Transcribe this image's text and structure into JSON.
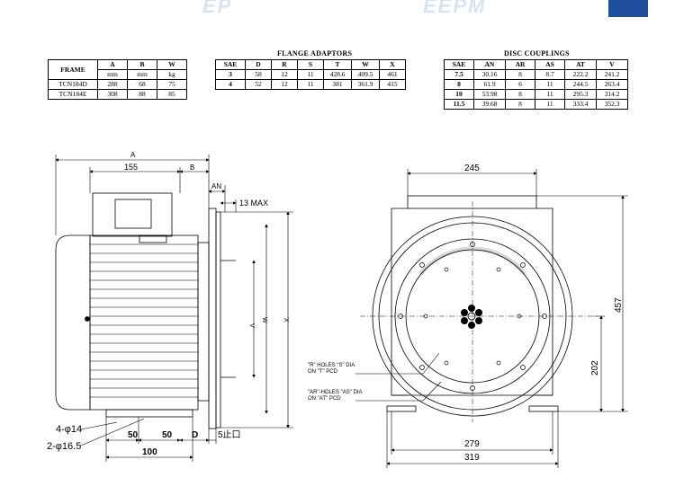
{
  "watermark": {
    "brand_left": "EP",
    "brand_right": "EEPM"
  },
  "frame_table": {
    "headers": [
      "FRAME",
      "A",
      "B",
      "W"
    ],
    "units": [
      "mm",
      "mm",
      "kg"
    ],
    "rows": [
      [
        "TCN184D",
        "288",
        "68",
        "75"
      ],
      [
        "TCN184E",
        "308",
        "88",
        "85"
      ]
    ]
  },
  "flange_table": {
    "title": "FLANGE ADAPTORS",
    "headers": [
      "SAE",
      "D",
      "R",
      "S",
      "T",
      "W",
      "X"
    ],
    "rows": [
      [
        "3",
        "58",
        "12",
        "11",
        "428.6",
        "409.5",
        "461"
      ],
      [
        "4",
        "52",
        "12",
        "11",
        "381",
        "361.9",
        "415"
      ]
    ]
  },
  "disc_table": {
    "title": "DISC COUPLINGS",
    "headers": [
      "SAE",
      "AN",
      "AR",
      "AS",
      "AT",
      "V"
    ],
    "rows": [
      [
        "7.5",
        "30.16",
        "8",
        "8.7",
        "222.2",
        "241.2"
      ],
      [
        "8",
        "61.9",
        "6",
        "11",
        "244.5",
        "263.4"
      ],
      [
        "10",
        "53.98",
        "8",
        "11",
        "295.3",
        "314.2"
      ],
      [
        "11.5",
        "39.68",
        "8",
        "11",
        "333.4",
        "352.3"
      ]
    ]
  },
  "side_view": {
    "dim_a": "A",
    "dim_155": "155",
    "dim_b": "B",
    "dim_an": "AN",
    "dim_13max": "13 MAX",
    "dim_v": "V",
    "dim_w": "W",
    "dim_x": "X",
    "hole_4": "4-φ14",
    "hole_2": "2-φ16.5",
    "dim_50a": "50",
    "dim_50b": "50",
    "dim_d": "D",
    "dim_5stop": "5止口",
    "dim_100": "100"
  },
  "end_view": {
    "dim_245": "245",
    "dim_457": "457",
    "dim_202": "202",
    "dim_279": "279",
    "dim_319": "319",
    "note_r_line1": "\"R\" HOLES \"S\" DIA",
    "note_r_line2": "ON \"T\" PCD",
    "note_ar_line1": "\"AR\"-HOLES \"AS\" DIA",
    "note_ar_line2": "ON \"AT\" PCD"
  }
}
